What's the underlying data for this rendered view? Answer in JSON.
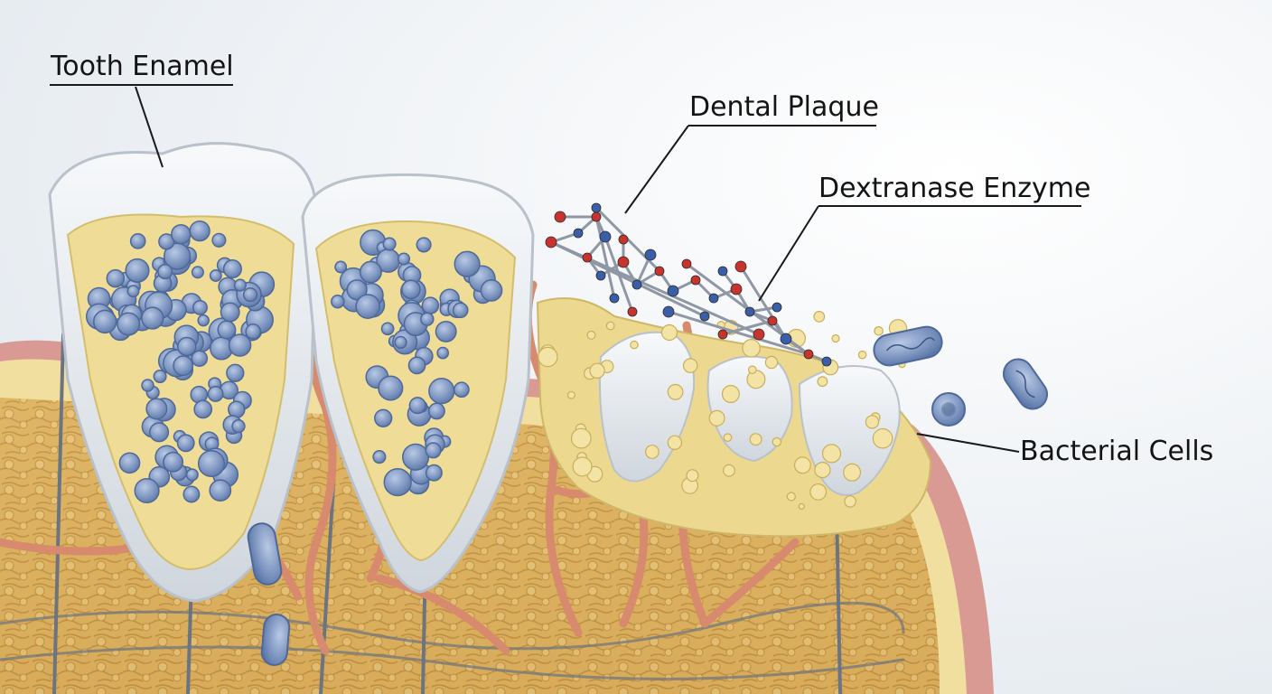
{
  "labels": {
    "tooth_enamel": "Tooth Enamel",
    "dental_plaque": "Dental Plaque",
    "dextranase_enzyme": "Dextranase Enzyme",
    "bacterial_cells": "Bacterial Cells"
  },
  "colors": {
    "background": "#eef2f6",
    "enamel": "#e9edf1",
    "dentin_yellow": "#efdd97",
    "bone_tan": "#ddb364",
    "gum_pink": "#d99a94",
    "vessel_red": "#d88a6e",
    "nerve_gray": "#6b7480",
    "bacteria_blue": "#6f89b8",
    "molecule_red": "#c8332e",
    "molecule_blue": "#3a5fa8",
    "label_text": "#141414"
  },
  "icons": [
    "tooth-icon",
    "bacterium-icon",
    "enzyme-molecule-icon"
  ]
}
